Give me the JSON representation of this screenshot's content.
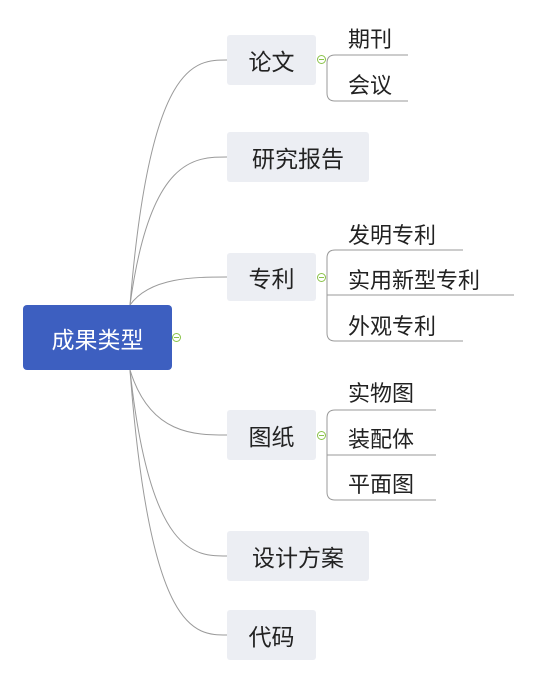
{
  "root": {
    "label": "成果类型"
  },
  "branches": [
    {
      "label": "论文",
      "children": [
        "期刊",
        "会议"
      ]
    },
    {
      "label": "研究报告",
      "children": []
    },
    {
      "label": "专利",
      "children": [
        "发明专利",
        "实用新型专利",
        "外观专利"
      ]
    },
    {
      "label": "图纸",
      "children": [
        "实物图",
        "装配体",
        "平面图"
      ]
    },
    {
      "label": "设计方案",
      "children": []
    },
    {
      "label": "代码",
      "children": []
    }
  ],
  "colors": {
    "root_bg": "#3d5fc0",
    "branch_bg": "#eceef3",
    "line": "#9a9a9a",
    "collapse": "#8bc34a"
  },
  "icons": {
    "collapse": "collapse-minus-icon"
  }
}
